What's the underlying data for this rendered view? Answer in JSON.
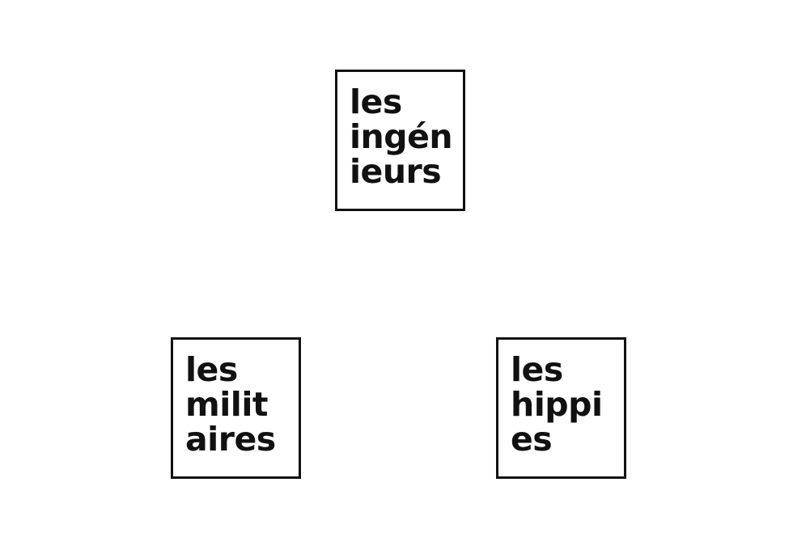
{
  "boxes": [
    {
      "lines": [
        "les",
        "ingén",
        "ieurs"
      ]
    },
    {
      "lines": [
        "les",
        "milit",
        "aires"
      ]
    },
    {
      "lines": [
        "les",
        "hippi",
        "es"
      ]
    }
  ],
  "colors": {
    "border": "#111111",
    "text": "#111111",
    "background": "#ffffff"
  }
}
